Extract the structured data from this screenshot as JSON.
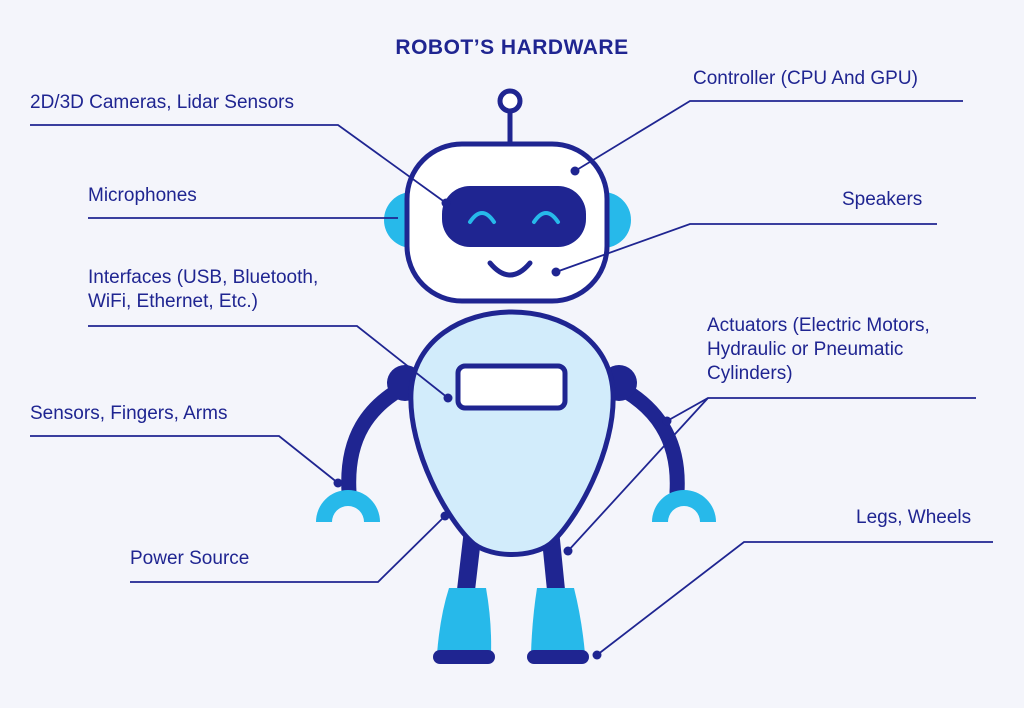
{
  "title": "ROBOT’S HARDWARE",
  "colors": {
    "navy": "#1f2591",
    "sky": "#27b9ea",
    "body_fill": "#d2ecfb",
    "background": "#f4f5fb",
    "white": "#ffffff"
  },
  "labels": {
    "cameras": "2D/3D Cameras, Lidar Sensors",
    "controller": "Controller (CPU And GPU)",
    "microphones": "Microphones",
    "speakers": "Speakers",
    "interfaces": [
      "Interfaces (USB, Bluetooth,",
      "WiFi, Ethernet, Etc.)"
    ],
    "actuators": [
      "Actuators (Electric Motors,",
      "Hydraulic or Pneumatic",
      "Cylinders)"
    ],
    "sensors": "Sensors, Fingers, Arms",
    "power": "Power Source",
    "legs": "Legs, Wheels"
  }
}
